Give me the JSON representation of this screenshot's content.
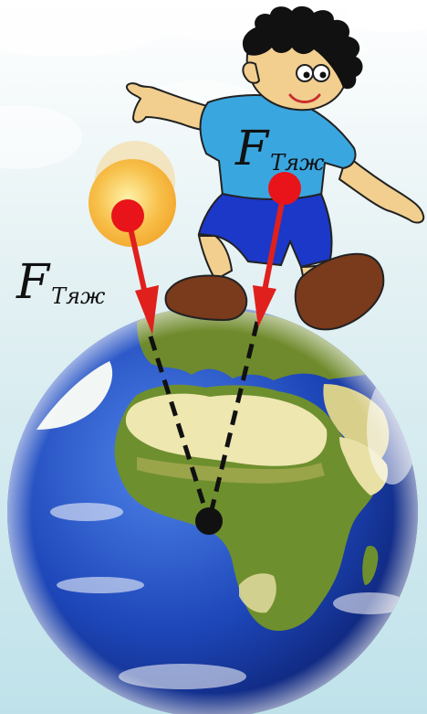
{
  "labels": {
    "ball_force": {
      "main": "F",
      "sub": "Тяж"
    },
    "boy_force": {
      "main": "F",
      "sub": "Тяж"
    }
  },
  "colors": {
    "sky_top": "#ffffff",
    "sky_bottom": "#cfe6f0",
    "ocean_light": "#4a7fe8",
    "ocean_dark": "#0a1f7a",
    "land": "#6e8f2e",
    "desert": "#efe9b0",
    "ice": "#f2f6f4",
    "force_arrow": "#e0201c",
    "force_point": "#e8141a",
    "earth_center": "#111111",
    "ball": "#f5b73a",
    "shirt": "#3aa6e0",
    "shorts": "#1b38c8",
    "shoes": "#7a3a1c",
    "skin": "#f2cf8e",
    "hair": "#111111"
  },
  "icons": [
    "earth-globe",
    "ball-icon",
    "boy-figure"
  ]
}
